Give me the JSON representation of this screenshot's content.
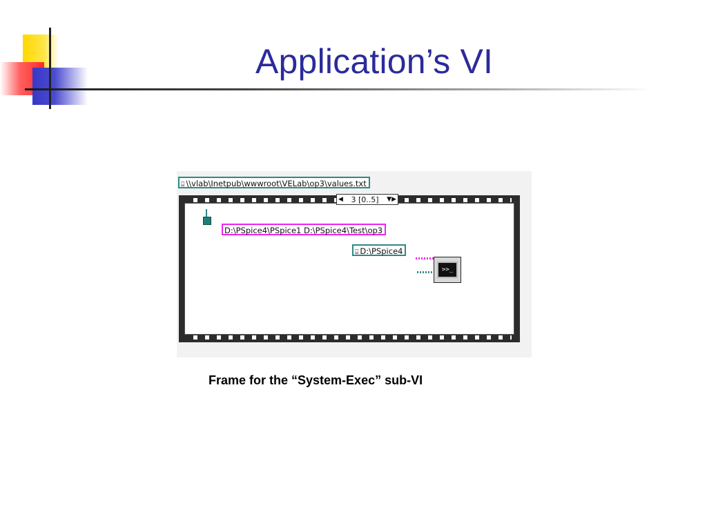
{
  "slide": {
    "title": "Application’s VI",
    "caption": "Frame for the “System-Exec” sub-VI"
  },
  "diagram": {
    "file_path_constant": "\\\\vlab\\Inetpub\\wwwroot\\VELab\\op3\\values.txt",
    "sequence_selector": "3 [0..5]",
    "command_constant": "D:\\PSpice4\\PSpice1 D:\\PSpice4\\Test\\op3",
    "working_dir_constant": "D:\\PSpice4",
    "sysexec_icon_text": ">>_"
  },
  "colors": {
    "title": "#2b2b9a",
    "path_wire": "#2a8a84",
    "string_wire": "#ee22ee"
  }
}
